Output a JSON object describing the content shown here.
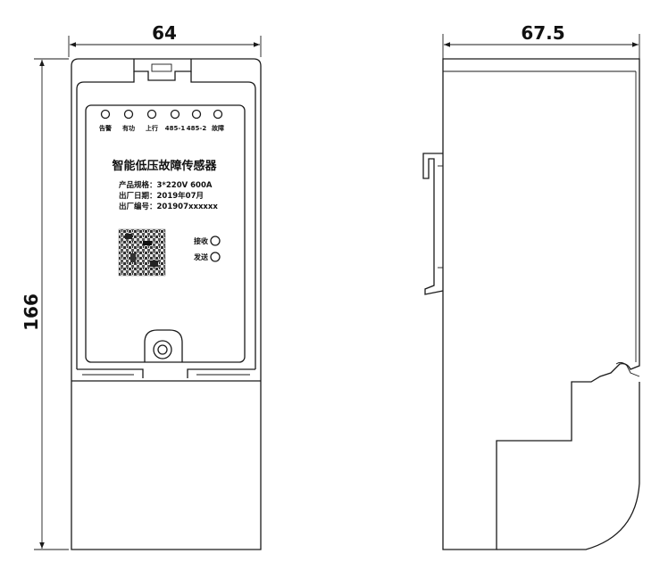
{
  "dimensions": {
    "front_width": "64",
    "side_depth": "67.5",
    "height": "166"
  },
  "indicators": [
    "告警",
    "有功",
    "上行",
    "485-1",
    "485-2",
    "故障"
  ],
  "device": {
    "title": "智能低压故障传感器",
    "spec_lines": [
      "产品规格：3*220V  600A",
      "出厂日期：2019年07月",
      "出厂编号：201907xxxxxx"
    ],
    "signals": [
      "接收",
      "发送"
    ]
  }
}
